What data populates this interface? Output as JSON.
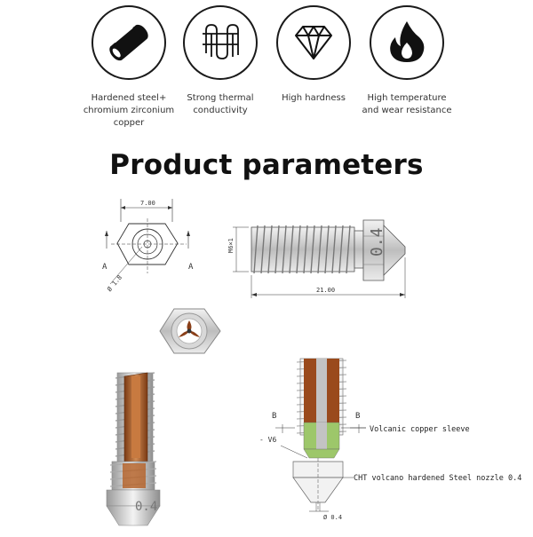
{
  "features": [
    {
      "icon": "steel-rod-icon",
      "line1": "Hardened steel+",
      "line2": "chromium zirconium copper"
    },
    {
      "icon": "thermal-coil-icon",
      "line1": "Strong thermal",
      "line2": "conductivity"
    },
    {
      "icon": "diamond-icon",
      "line1": "High hardness",
      "line2": ""
    },
    {
      "icon": "flame-icon",
      "line1": "High temperature",
      "line2": "and wear resistance"
    }
  ],
  "title": "Product parameters",
  "dimensions": {
    "width_top": "7.00",
    "length": "21.00",
    "thread": "M6×1",
    "bore": "Ø 1.8",
    "nozzle_mark": "0.4",
    "section_a_left": "A",
    "section_a_right": "A",
    "section_b_left": "B",
    "section_b_right": "B",
    "angle": "- V6",
    "tip": "Ø 0.4"
  },
  "callouts": {
    "sleeve": "Volcanic copper sleeve",
    "nozzle": "CHT volcano hardened Steel nozzle 0.4"
  },
  "colors": {
    "copper": "#b5652e",
    "copper_dark": "#7a3a14",
    "steel": "#c8c8c8",
    "green": "#9dc76a"
  }
}
